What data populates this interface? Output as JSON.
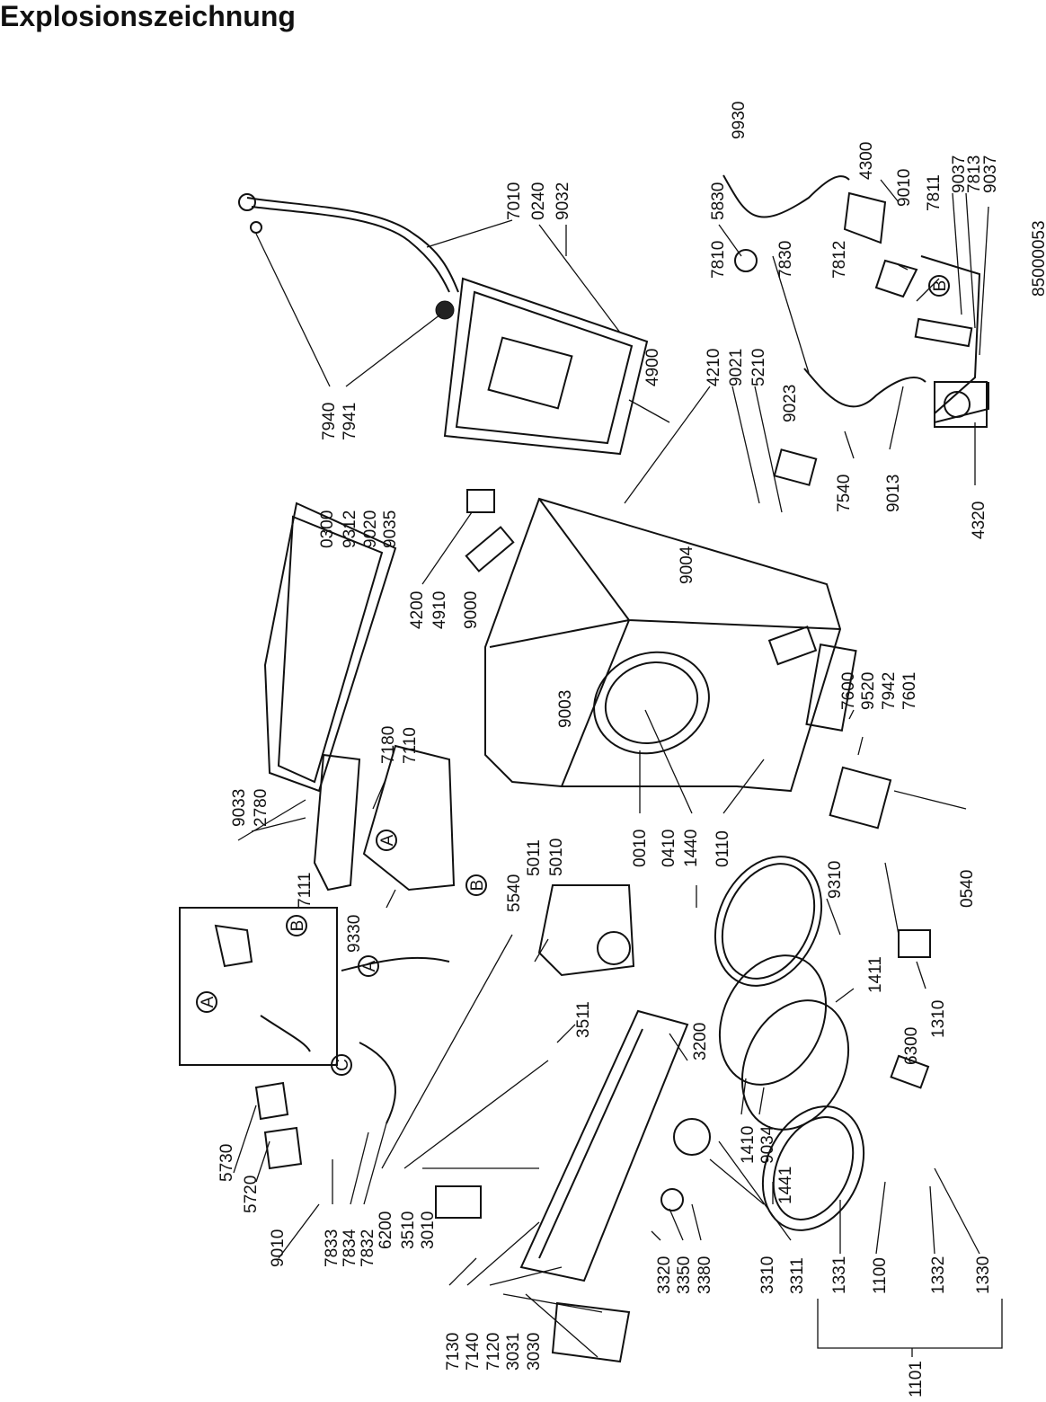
{
  "title": "Explosionszeichnung",
  "doc_number": "85000053",
  "callouts": [
    "A",
    "B",
    "C"
  ],
  "part_labels": [
    "7010",
    "0240",
    "9032",
    "9930",
    "5830",
    "4300",
    "9010",
    "7811",
    "9037",
    "7813",
    "9037",
    "7810",
    "7830",
    "7812",
    "4900",
    "4210",
    "9021",
    "5210",
    "9023",
    "7940",
    "7941",
    "0300",
    "9312",
    "9020",
    "9035",
    "4200",
    "4910",
    "9000",
    "9004",
    "7540",
    "9013",
    "4320",
    "9003",
    "7600",
    "9520",
    "7942",
    "7601",
    "9033",
    "2780",
    "7180",
    "7110",
    "0010",
    "0410",
    "1440",
    "0110",
    "0540",
    "7111",
    "9330",
    "5540",
    "5011",
    "5010",
    "9310",
    "3511",
    "3200",
    "1411",
    "6300",
    "1310",
    "5730",
    "5720",
    "9010",
    "7833",
    "7834",
    "7832",
    "6200",
    "3510",
    "3010",
    "1410",
    "9034",
    "1441",
    "7130",
    "7140",
    "7120",
    "3031",
    "3030",
    "3320",
    "3350",
    "3380",
    "3310",
    "3311",
    "1331",
    "1100",
    "1332",
    "1330",
    "1101"
  ]
}
